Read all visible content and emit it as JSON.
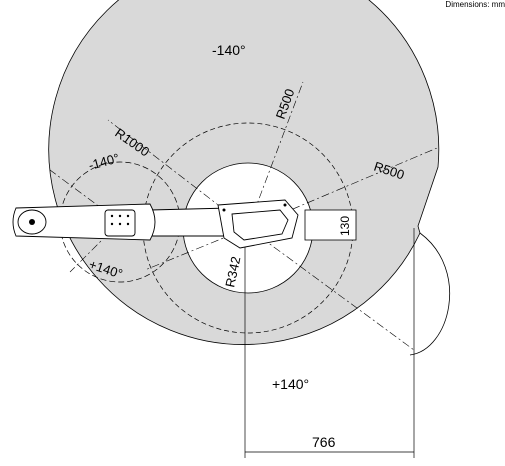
{
  "diagram": {
    "units_note": "Dimensions: mm",
    "angle_labels": {
      "arm1_minus": "-140°",
      "arm1_plus": "+140°",
      "arm2_minus": "-140°",
      "arm2_plus": "+140°"
    },
    "radius_labels": {
      "outer": "R1000",
      "second_arm": "R500",
      "right_lobe": "R500",
      "inner_min": "R342"
    },
    "dimension_labels": {
      "base_width": "130",
      "horizontal_offset": "766"
    },
    "colors": {
      "envelope_fill": "#d9d9d9",
      "line": "#000000",
      "robot_body": "#ffffff"
    }
  }
}
